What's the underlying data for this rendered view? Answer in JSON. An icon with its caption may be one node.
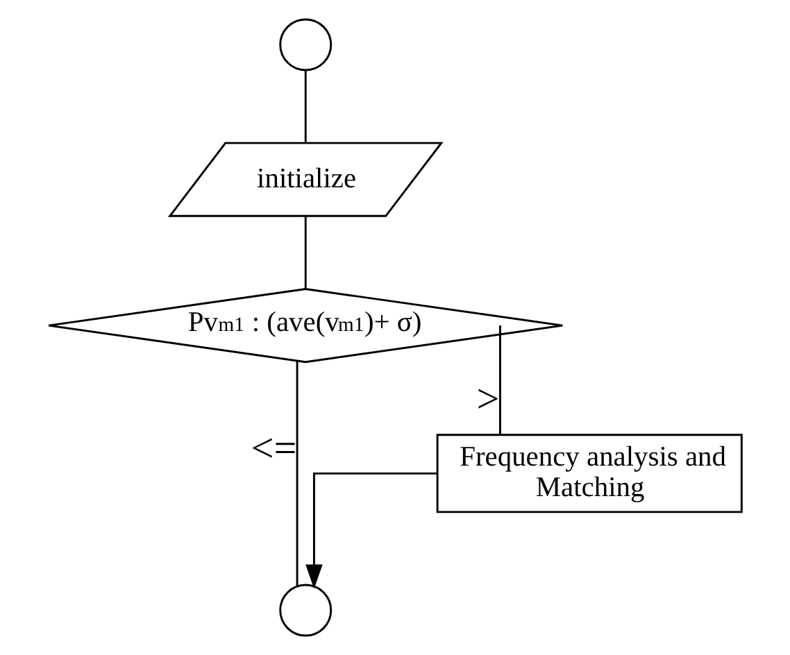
{
  "diagram": {
    "nodes": [
      {
        "text": [],
        "shape": "circle"
      },
      {
        "text": [
          "initialize"
        ]
      },
      {
        "text": [
          "Pv$_{m1}$ : (ave(v$_{m1}$)+ σ)"
        ]
      },
      {
        "text": [
          "Frequency analysis and Matching"
        ]
      },
      {
        "text": [],
        "shape": "circle"
      }
    ],
    "edges": [
      {
        "from": 0,
        "to": 1,
        "arrow": "none"
      },
      {
        "from": 1,
        "to": 2,
        "arrow": "none"
      },
      {
        "from": 2,
        "to": 3,
        "arrow": "none",
        "label": ">"
      },
      {
        "from": 2,
        "to": 4,
        "arrow": "none",
        "label": "<="
      },
      {
        "from": 3,
        "to": 4,
        "arrow": "to"
      }
    ]
  }
}
